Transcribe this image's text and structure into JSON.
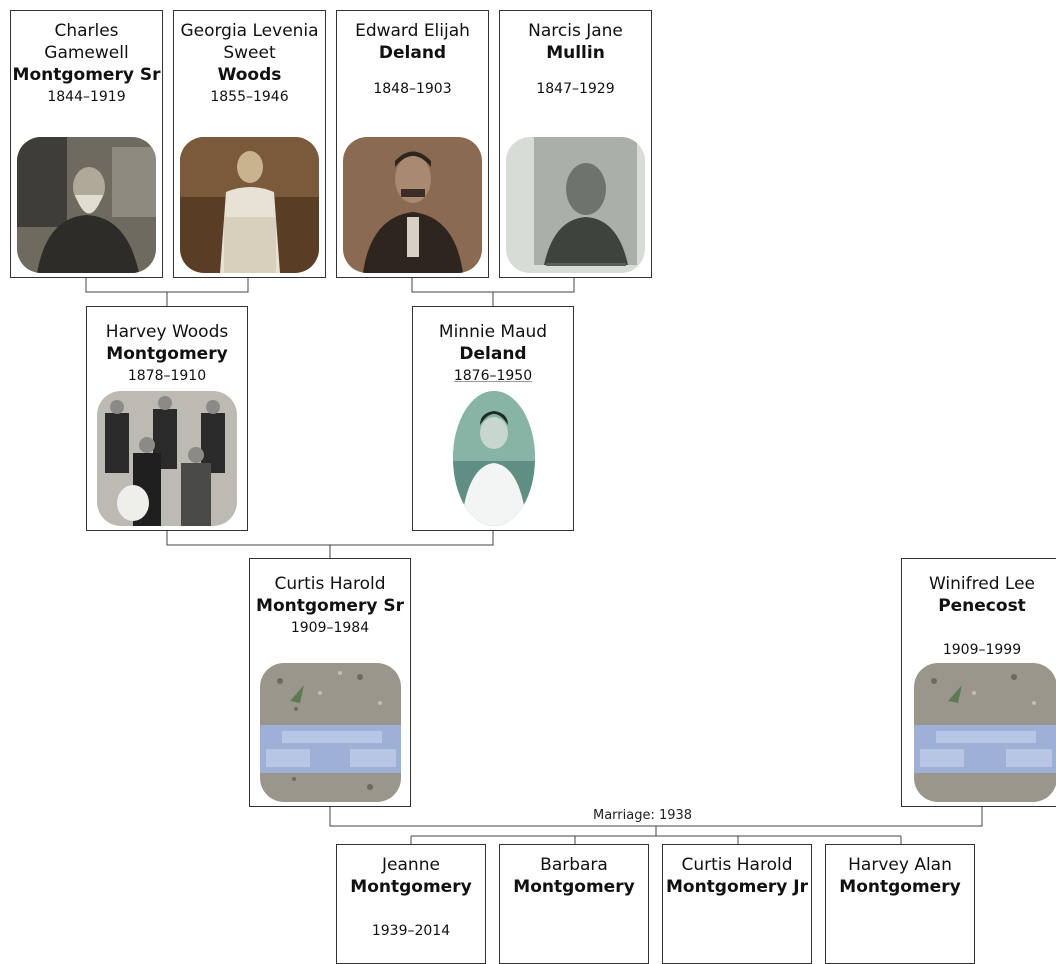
{
  "people": {
    "charles": {
      "given": "Charles Gamewell",
      "surname": "Montgomery Sr",
      "dates": "1844–1919"
    },
    "georgia": {
      "given": "Georgia Levenia Sweet",
      "surname": "Woods",
      "dates": "1855–1946"
    },
    "edward": {
      "given": "Edward Elijah",
      "surname": "Deland",
      "dates": "1848–1903"
    },
    "narcis": {
      "given": "Narcis Jane",
      "surname": "Mullin",
      "dates": "1847–1929"
    },
    "harvey_w": {
      "given": "Harvey Woods",
      "surname": "Montgomery",
      "dates": "1878–1910"
    },
    "minnie": {
      "given": "Minnie Maud",
      "surname": "Deland",
      "dates": "1876–1950"
    },
    "curtis_sr": {
      "given": "Curtis Harold",
      "surname": "Montgomery Sr",
      "dates": "1909–1984"
    },
    "winifred": {
      "given": "Winifred Lee",
      "surname": "Penecost",
      "dates": "1909–1999"
    },
    "jeanne": {
      "given": "Jeanne",
      "surname": "Montgomery",
      "dates": "1939–2014"
    },
    "barbara": {
      "given": "Barbara",
      "surname": "Montgomery",
      "dates": ""
    },
    "curtis_jr": {
      "given": "Curtis Harold",
      "surname": "Montgomery Jr",
      "dates": ""
    },
    "harvey_a": {
      "given": "Harvey Alan",
      "surname": "Montgomery",
      "dates": ""
    }
  },
  "marriage_label": "Marriage: 1938",
  "colors": {
    "border": "#333333",
    "connector": "#444444",
    "sepia_dark": "#4a3b2c",
    "sepia_light": "#c9b79c",
    "gravel": "#9a968c",
    "plaque": "#9fb0d6"
  }
}
